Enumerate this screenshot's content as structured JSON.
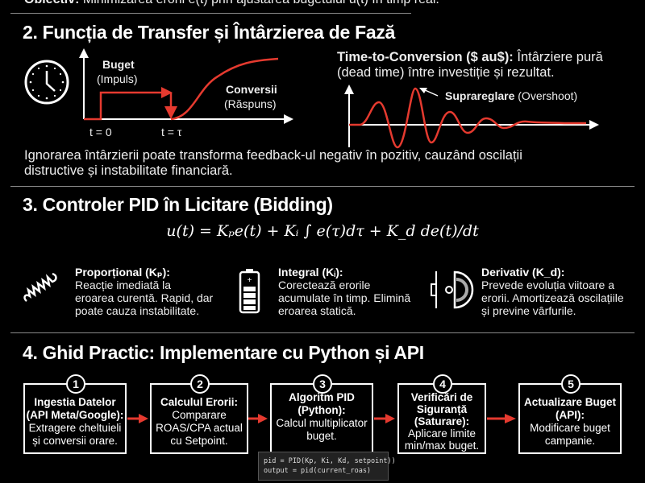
{
  "top": {
    "label": "Obiectiv:",
    "text": "Minimizarea erorii e(t) prin ajustarea bugetului u(t) în timp real."
  },
  "section2": {
    "title": "2. Funcția de Transfer și Întârzierea de Fază",
    "graph1": {
      "budget": "Buget",
      "budget_sub": "(Impuls)",
      "conv": "Conversii",
      "conv_sub": "(Răspuns)",
      "t0": "t = 0",
      "ttau": "t = τ"
    },
    "ttc_label": "Time-to-Conversion ($ au$):",
    "ttc_text1": "Întârziere pură",
    "ttc_text2": "(dead time) între investiție și rezultat.",
    "overshoot": "Suprareglare",
    "overshoot_sub": "(Overshoot)",
    "paragraph1": "Ignorarea întârzierii poate transforma feedback-ul negativ în pozitiv, cauzând oscilații",
    "paragraph2": "distructive și instabilitate financiară."
  },
  "section3": {
    "title": "3. Controler PID în Licitare (Bidding)",
    "formula": "u(t) = Kₚe(t) + Kᵢ ∫ e(τ)dτ + K_d de(t)/dt",
    "items": [
      {
        "title": "Proporțional (Kₚ):",
        "lines": [
          "Reacție imediată la",
          "eroarea curentă. Rapid, dar",
          "poate cauza instabilitate."
        ],
        "icon": "spring-icon"
      },
      {
        "title": "Integral (Kᵢ):",
        "lines": [
          "Corectează erorile",
          "acumulate în timp. Elimină",
          "eroarea statică."
        ],
        "icon": "battery-icon"
      },
      {
        "title": "Derivativ (K_d):",
        "lines": [
          "Prevede evoluția viitoare a",
          "erorii. Amortizează oscilațiile",
          "și previne vârfurile."
        ],
        "icon": "damper-icon"
      }
    ]
  },
  "section4": {
    "title": "4. Ghid Practic: Implementare cu Python și API",
    "steps": [
      {
        "num": "1",
        "bold": [
          "Ingestia Datelor",
          "(API Meta/Google):"
        ],
        "lines": [
          "Extragere cheltuieli",
          "și conversii orare."
        ]
      },
      {
        "num": "2",
        "bold": [
          "Calculul Erorii:"
        ],
        "lines": [
          "Comparare",
          "ROAS/CPA actual",
          "cu Setpoint."
        ]
      },
      {
        "num": "3",
        "bold": [
          "Algoritm PID",
          "(Python):"
        ],
        "lines": [
          "Calcul multiplicator",
          "buget."
        ]
      },
      {
        "num": "4",
        "bold": [
          "Verificări de",
          "Siguranță",
          "(Saturare):"
        ],
        "lines": [
          "Aplicare limite",
          "min/max buget."
        ]
      },
      {
        "num": "5",
        "bold": [
          "Actualizare Buget",
          "(API):"
        ],
        "lines": [
          "Modificare buget",
          "campanie."
        ]
      }
    ],
    "code": [
      "pid = PID(Kp, Ki, Kd, setpoint))",
      "output = pid(current_roas)"
    ]
  },
  "colors": {
    "background": "#000000",
    "accent": "#e53a2f",
    "text": "#ffffff"
  }
}
